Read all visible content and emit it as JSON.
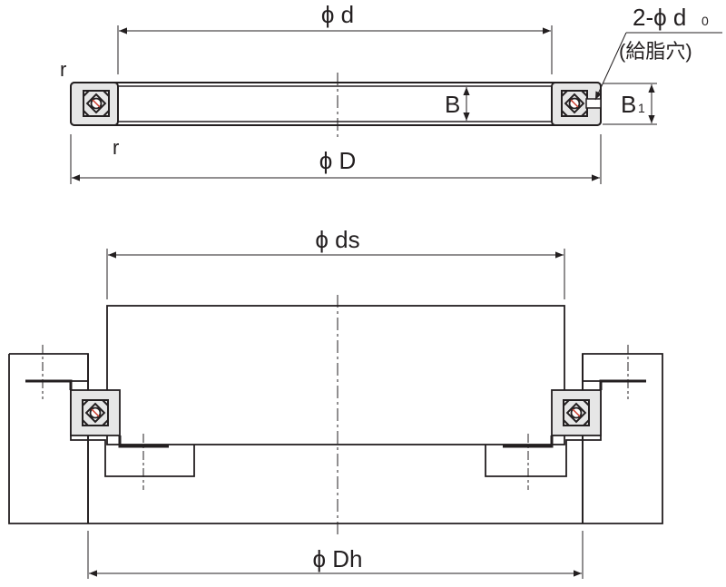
{
  "top_view": {
    "labels": {
      "inner_dia": "ϕ d",
      "outer_dia": "ϕ D",
      "width": "B",
      "width1_main": "B",
      "width1_sub": "1",
      "grease_count": "2-ϕ d",
      "grease_sub": "0",
      "grease_note": "(給脂穴)",
      "radius_top": "r",
      "radius_bottom": "r"
    }
  },
  "mount_view": {
    "labels": {
      "shaft_dia": "ϕ ds",
      "housing_dia": "ϕ Dh"
    }
  },
  "colors": {
    "line": "#231f20",
    "fill_gray": "#e6e6e6",
    "cross_red": "#cc3b2c"
  }
}
